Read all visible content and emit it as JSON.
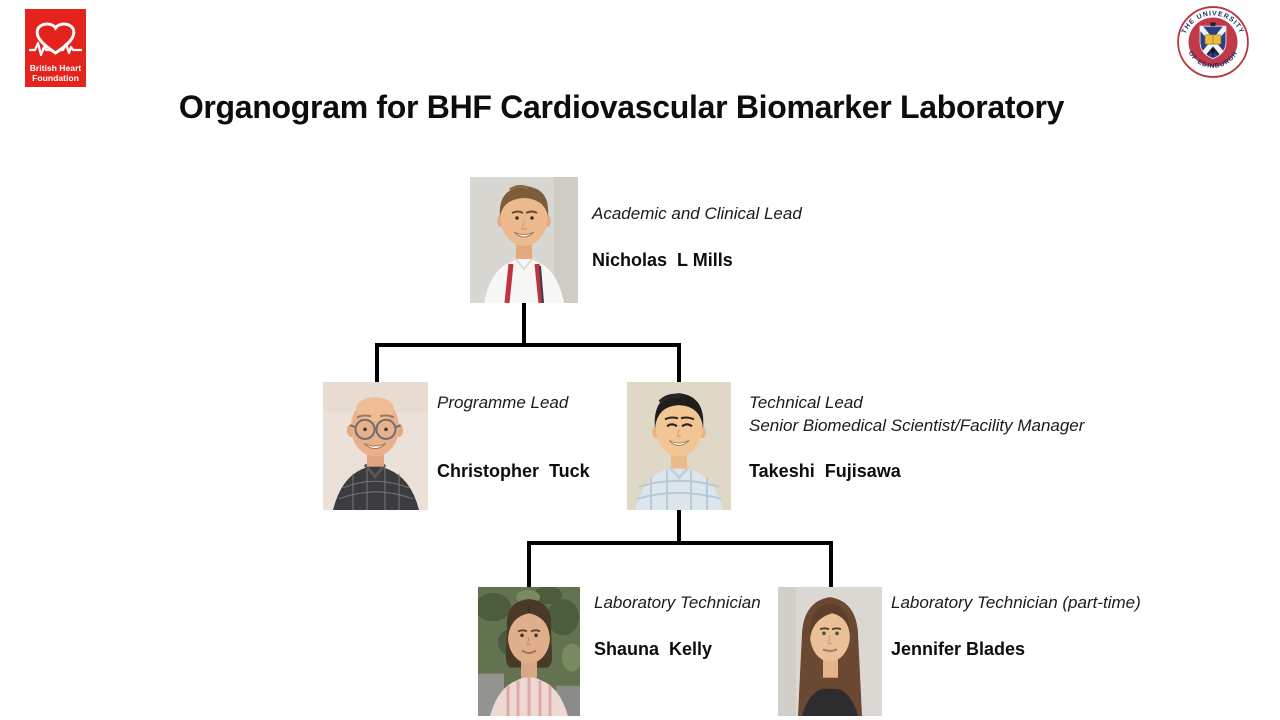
{
  "slide": {
    "title": "Organogram for BHF Cardiovascular Biomarker Laboratory",
    "background": "#ffffff"
  },
  "logos": {
    "bhf": {
      "name": "British Heart Foundation",
      "line1": "British Heart",
      "line2": "Foundation",
      "red": "#e5231d"
    },
    "edinburgh": {
      "name": "The University of Edinburgh",
      "arc_top": "THE UNIVERSITY",
      "arc_bottom": "OF EDINBURGH"
    }
  },
  "people": [
    {
      "name": "Nicholas  L Mills",
      "roles": [
        "Academic and Clinical Lead"
      ],
      "photo": "man-brown-hair-white-shirt-red-lanyard"
    },
    {
      "name": "Christopher  Tuck",
      "roles": [
        "Programme Lead"
      ],
      "photo": "bald-man-glasses-checked-shirt"
    },
    {
      "name": "Takeshi  Fujisawa",
      "roles": [
        "Technical Lead",
        "Senior Biomedical Scientist/Facility Manager"
      ],
      "photo": "man-black-hair-plaid-shirt"
    },
    {
      "name": "Shauna  Kelly",
      "roles": [
        "Laboratory Technician"
      ],
      "photo": "woman-dark-hair-outdoor-green"
    },
    {
      "name": "Jennifer Blades",
      "roles": [
        "Laboratory Technician (part-time)"
      ],
      "photo": "woman-long-brown-hair-dark-top"
    }
  ]
}
